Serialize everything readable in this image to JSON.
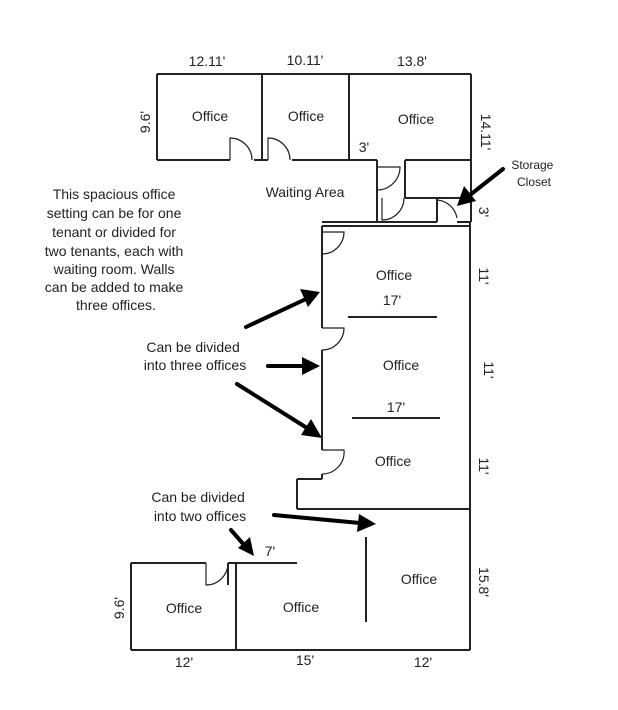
{
  "dimensions": {
    "top_a": "12.11'",
    "top_b": "10.11'",
    "top_c": "13.8'",
    "left_top": "9.6'",
    "right_top": "14.11'",
    "hall": "3'",
    "closet": "3'",
    "right_mid1": "11'",
    "right_mid2": "11'",
    "right_mid3": "11'",
    "interior1": "17'",
    "interior2": "17'",
    "small": "7'",
    "left_bottom": "9.6'",
    "right_bottom": "15.8'",
    "bottom_a": "12'",
    "bottom_b": "15'",
    "bottom_c": "12'"
  },
  "rooms": {
    "office_1": "Office",
    "office_2": "Office",
    "office_3": "Office",
    "waiting": "Waiting Area",
    "office_4": "Office",
    "office_5": "Office",
    "office_6": "Office",
    "office_7": "Office",
    "office_8": "Office",
    "office_9": "Office"
  },
  "notes": {
    "description": [
      "This spacious office",
      "setting can be for one",
      "tenant or divided for",
      "two tenants, each with",
      "waiting room. Walls",
      "can be added to make",
      "three offices."
    ],
    "three_offices": [
      "Can be divided",
      "into three offices"
    ],
    "two_offices": [
      "Can be divided",
      "into two offices"
    ],
    "storage": [
      "Storage",
      "Closet"
    ]
  }
}
